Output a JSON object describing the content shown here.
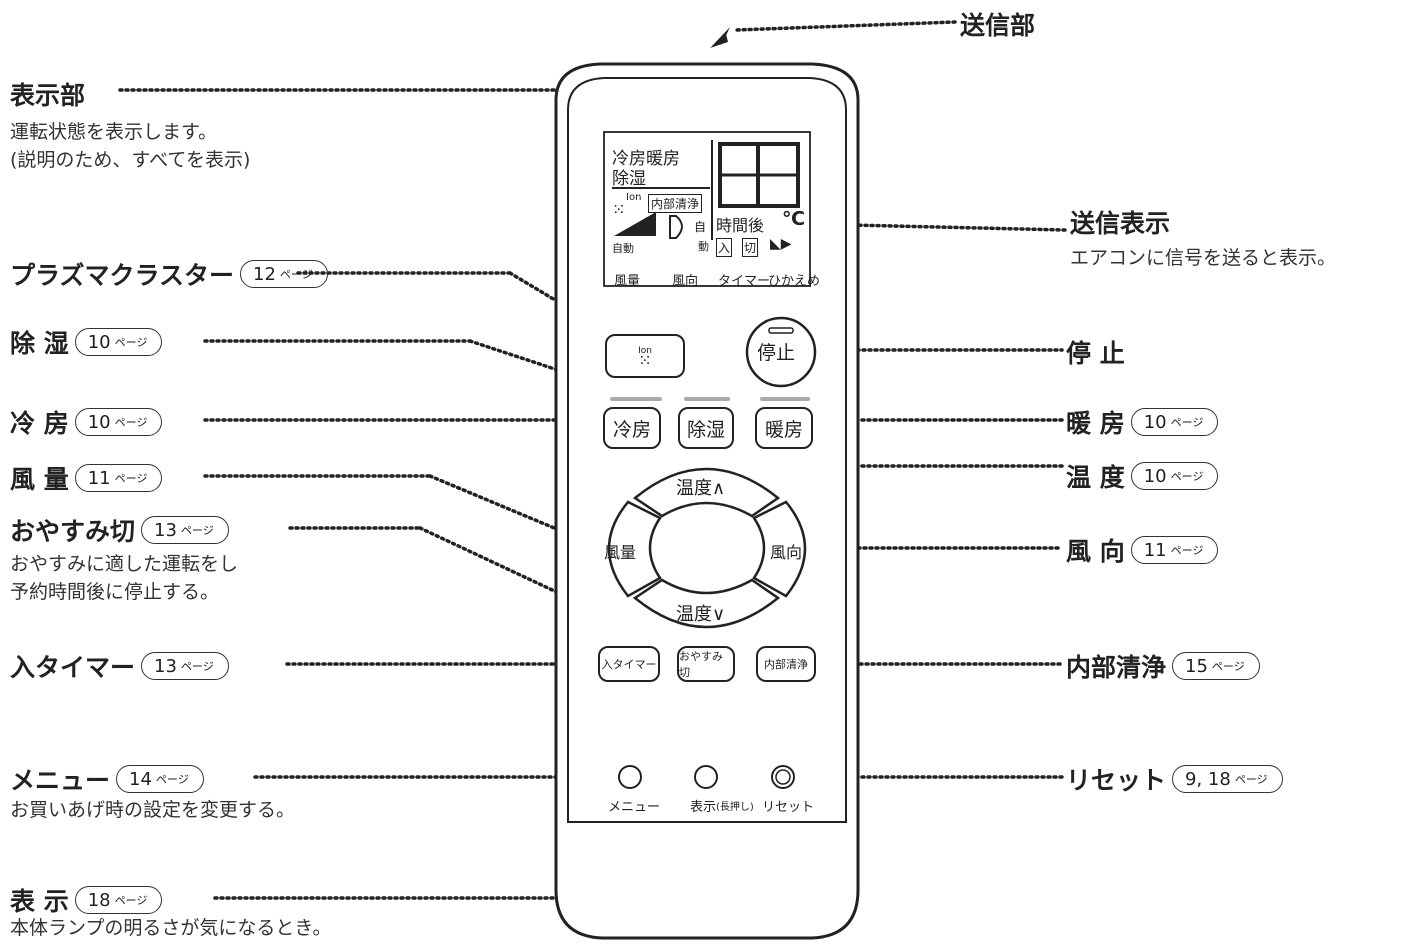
{
  "title_label": "送信部",
  "display": {
    "label": "表示部",
    "desc1": "運転状態を表示します。",
    "desc2": "(説明のため、すべてを表示)",
    "lcd_text": {
      "mode1": "冷房暖房",
      "mode2": "除湿",
      "ion": "Ion",
      "naibu": "内部清浄",
      "jikan": "時間後",
      "celsius": "℃",
      "jidou": "自動",
      "ji": "自",
      "dou": "動",
      "iri": "入",
      "kiri": "切",
      "digits": "88"
    },
    "under_labels": [
      "風量",
      "風向",
      "タイマー",
      "ひかえめ"
    ]
  },
  "send_display": {
    "label": "送信表示",
    "desc": "エアコンに信号を送ると表示。"
  },
  "left_callouts": [
    {
      "name": "plasmacluster",
      "label": "プラズマクラスター",
      "page": "12",
      "unit": "ページ"
    },
    {
      "name": "dehumidify",
      "label": "除 湿",
      "page": "10",
      "unit": "ページ"
    },
    {
      "name": "cooling",
      "label": "冷 房",
      "page": "10",
      "unit": "ページ"
    },
    {
      "name": "fan-volume",
      "label": "風 量",
      "page": "11",
      "unit": "ページ"
    },
    {
      "name": "sleep-off",
      "label": "おやすみ切",
      "page": "13",
      "unit": "ページ",
      "desc1": "おやすみに適した運転をし",
      "desc2": "予約時間後に停止する。"
    },
    {
      "name": "on-timer",
      "label": "入タイマー",
      "page": "13",
      "unit": "ページ"
    },
    {
      "name": "menu",
      "label": "メニュー",
      "page": "14",
      "unit": "ページ",
      "desc1": "お買いあげ時の設定を変更する。"
    },
    {
      "name": "display-btn",
      "label": "表 示",
      "page": "18",
      "unit": "ページ",
      "desc1": "本体ランプの明るさが気になるとき。"
    }
  ],
  "right_callouts": [
    {
      "name": "stop",
      "label": "停 止"
    },
    {
      "name": "heating",
      "label": "暖 房",
      "page": "10",
      "unit": "ページ"
    },
    {
      "name": "temperature",
      "label": "温 度",
      "page": "10",
      "unit": "ページ"
    },
    {
      "name": "wind-direction",
      "label": "風 向",
      "page": "11",
      "unit": "ページ"
    },
    {
      "name": "internal-clean",
      "label": "内部清浄",
      "page": "15",
      "unit": "ページ"
    },
    {
      "name": "reset",
      "label": "リセット",
      "page": "9, 18",
      "unit": "ページ"
    }
  ],
  "buttons": {
    "stop": "停止",
    "cool": "冷房",
    "dehum": "除湿",
    "heat": "暖房",
    "temp_up": "温度∧",
    "temp_down": "温度∨",
    "fan": "風量",
    "direction": "風向",
    "on_timer": "入タイマー",
    "sleep": "おやすみ切",
    "clean": "内部清浄",
    "ion": "Ion"
  },
  "small_labels": {
    "menu": "メニュー",
    "display": "表示",
    "longpress": "(長押し)",
    "reset": "リセット"
  }
}
